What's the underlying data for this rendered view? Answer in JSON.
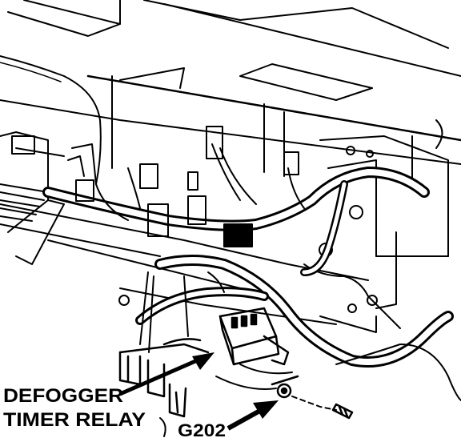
{
  "labels": {
    "defogger_line1": "DEFOGGER",
    "defogger_line2": "TIMER RELAY",
    "ground": "G202"
  },
  "colors": {
    "ink": "#000000",
    "paper": "#ffffff"
  }
}
